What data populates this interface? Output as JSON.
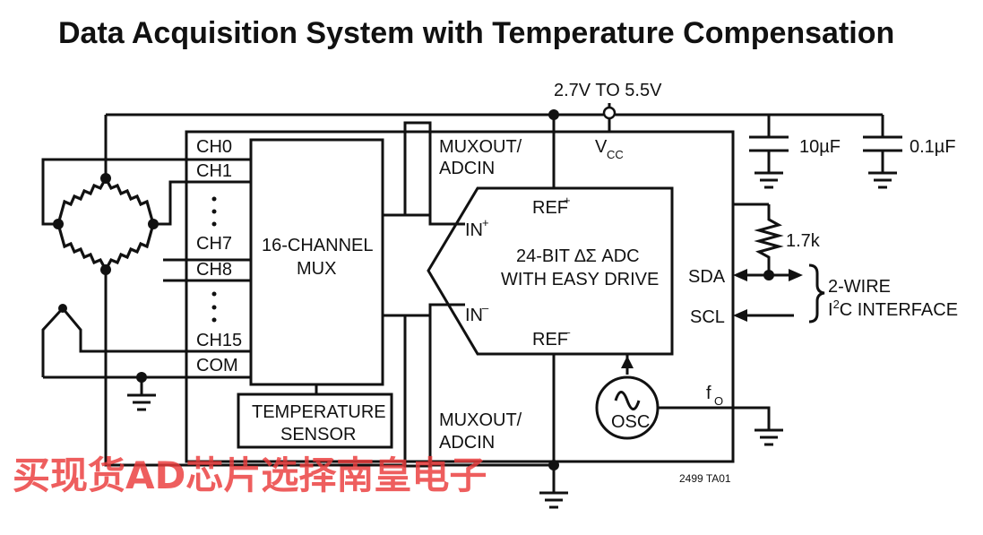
{
  "title": "Data Acquisition System with Temperature Compensation",
  "supply": {
    "label": "2.7V TO 5.5V",
    "vcc": "V",
    "vcc_sub": "CC"
  },
  "caps": {
    "c1": "10µF",
    "c2": "0.1µF"
  },
  "pullup": "1.7k",
  "mux": {
    "label_line1": "16-CHANNEL",
    "label_line2": "MUX",
    "channels": [
      "CH0",
      "CH1",
      "CH7",
      "CH8",
      "CH15",
      "COM"
    ],
    "muxout_top": [
      "MUXOUT/",
      "ADCIN"
    ],
    "muxout_bottom": [
      "MUXOUT/",
      "ADCIN"
    ]
  },
  "temp_sensor": [
    "TEMPERATURE",
    "SENSOR"
  ],
  "adc": {
    "line1": "24-BIT ∆Σ ADC",
    "line2": "WITH EASY DRIVE",
    "in_plus": "IN",
    "in_plus_sup": "+",
    "in_minus": "IN",
    "in_minus_sup": "–",
    "ref_plus": "REF",
    "ref_plus_sup": "+",
    "ref_minus": "REF",
    "ref_minus_sup": "–"
  },
  "interface": {
    "sda": "SDA",
    "scl": "SCL",
    "brace_line1": "2-WIRE",
    "brace_line2_a": "I",
    "brace_line2_sup": "2",
    "brace_line2_b": "C INTERFACE"
  },
  "osc": {
    "label": "OSC",
    "fo": "f",
    "fo_sub": "O"
  },
  "figure_id": "2499 TA01",
  "watermark": "买现货AD芯片选择南皇电子"
}
